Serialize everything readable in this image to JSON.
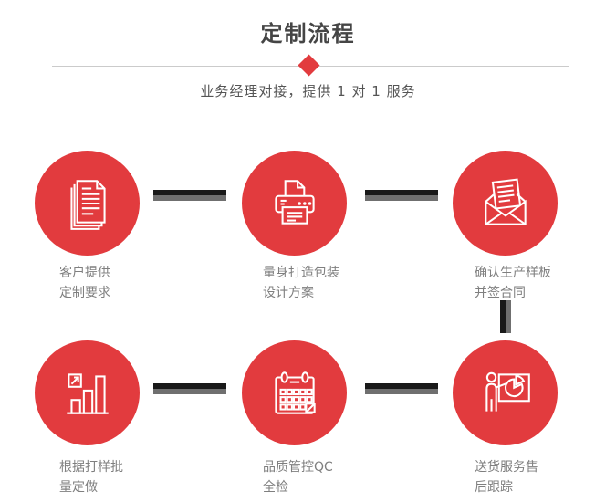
{
  "header": {
    "title": "定制流程",
    "subtitle": "业务经理对接，提供 1 对 1 服务"
  },
  "steps": [
    {
      "icon": "documents-icon",
      "label1": "客户提供",
      "label2": "定制要求"
    },
    {
      "icon": "printer-icon",
      "label1": "量身打造包装",
      "label2": "设计方案"
    },
    {
      "icon": "envelope-icon",
      "label1": "确认生产样板",
      "label2": "并签合同"
    },
    {
      "icon": "bar-chart-icon",
      "label1": "根据打样批",
      "label2": "量定做"
    },
    {
      "icon": "calendar-icon",
      "label1": "品质管控QC",
      "label2": "全检"
    },
    {
      "icon": "presentation-icon",
      "label1": "送货服务售",
      "label2": "后跟踪"
    }
  ],
  "colors": {
    "accent_red": "#e23b3e",
    "title_text": "#454545",
    "subtitle_text": "#555555",
    "label_text": "#7f7f7f",
    "divider_line": "#cbcbcb",
    "connector_dark": "#191919",
    "connector_gray": "#6f6f6f"
  }
}
